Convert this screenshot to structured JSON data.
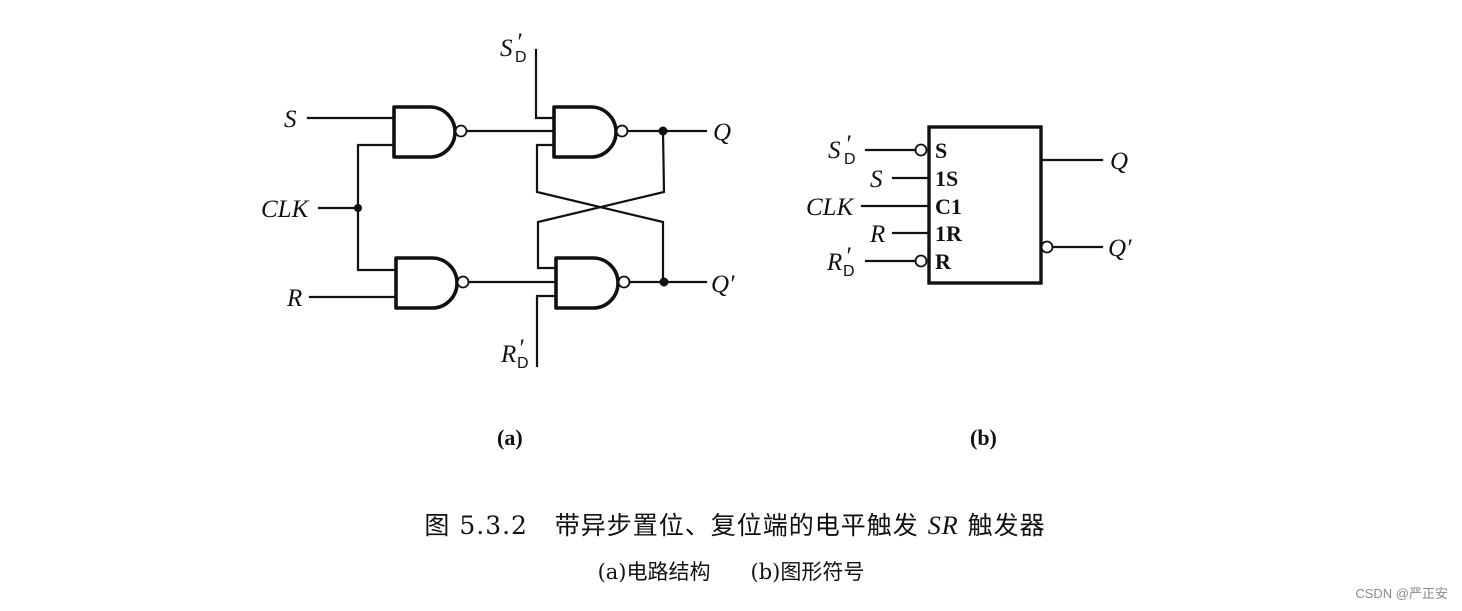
{
  "figure": {
    "panel_a": {
      "label": "(a)",
      "inputs": {
        "s": "S",
        "clk": "CLK",
        "r": "R",
        "sd_main": "S",
        "sd_prime": "′",
        "sd_sub": "D",
        "rd_main": "R",
        "rd_prime": "′",
        "rd_sub": "D"
      },
      "outputs": {
        "q": "Q",
        "q_bar": "Q′"
      },
      "gates": [
        "NAND G1 (S, CLK)",
        "NAND G2 (CLK, R)",
        "NAND G3 (S′D, G1, Q′)",
        "NAND G4 (Q, G2, R′D)"
      ]
    },
    "panel_b": {
      "label": "(b)",
      "inputs": {
        "sd_main": "S",
        "sd_prime": "′",
        "sd_sub": "D",
        "s": "S",
        "clk": "CLK",
        "r": "R",
        "rd_main": "R",
        "rd_prime": "′",
        "rd_sub": "D"
      },
      "pins": [
        "S",
        "1S",
        "C1",
        "1R",
        "R"
      ],
      "outputs": {
        "q": "Q",
        "q_bar": "Q′"
      }
    },
    "caption": {
      "prefix": "图 5.3.2   带异步置位、复位端的电平触发 ",
      "italic": "SR",
      "suffix": " 触发器",
      "sub": "(a)电路结构      (b)图形符号"
    }
  },
  "watermark": "CSDN @严正安"
}
